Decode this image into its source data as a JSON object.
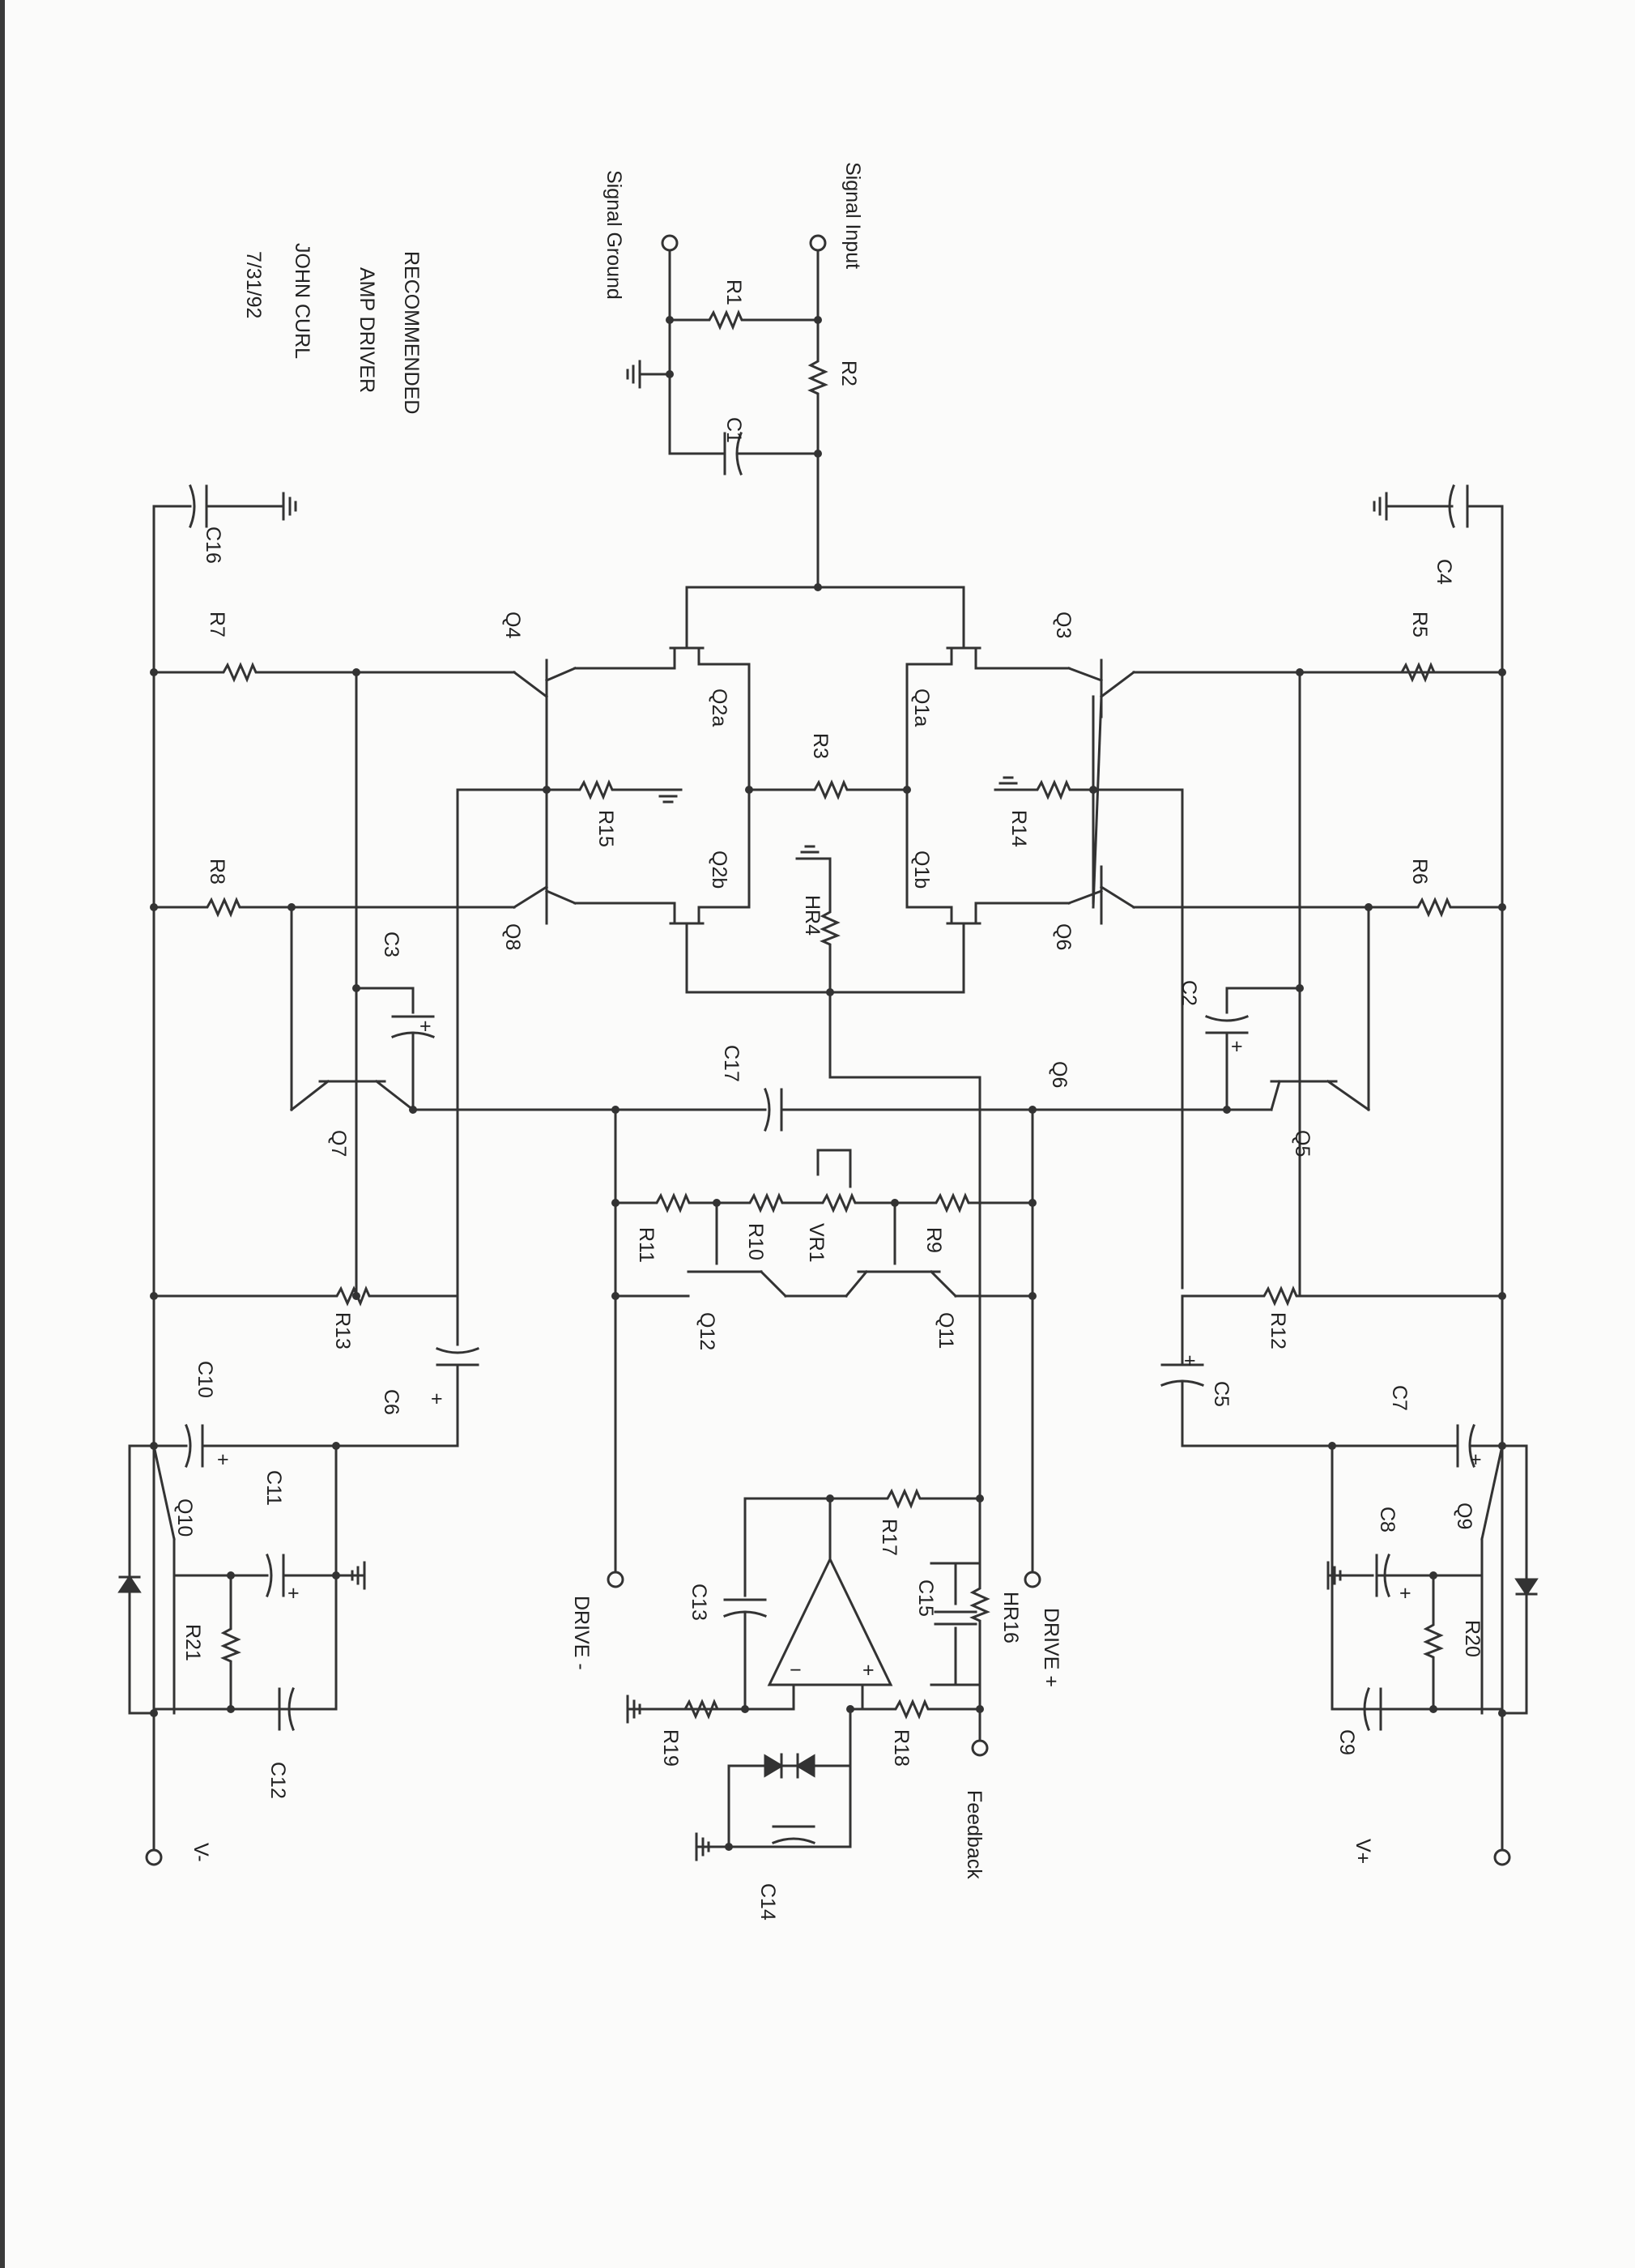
{
  "title_block": {
    "line1": "RECOMMENDED",
    "line2": "AMP DRIVER",
    "author": "JOHN CURL",
    "date": "7/31/92"
  },
  "terminals": {
    "signal_input": "Signal Input",
    "signal_ground": "Signal Ground",
    "drive_plus": "DRIVE +",
    "drive_minus": "DRIVE -",
    "feedback": "Feedback",
    "v_plus": "V+",
    "v_minus": "V-"
  },
  "parts": {
    "R1": "R1",
    "R2": "R2",
    "R3": "R3",
    "R5": "R5",
    "R6": "R6",
    "R7": "R7",
    "R8": "R8",
    "R9": "R9",
    "R10": "R10",
    "R11": "R11",
    "R12": "R12",
    "R13": "R13",
    "R14": "R14",
    "R15": "R15",
    "R17": "R17",
    "R18": "R18",
    "R19": "R19",
    "R20": "R20",
    "R21": "R21",
    "HR4": "HR4",
    "HR16": "HR16",
    "VR1": "VR1",
    "C1": "C1",
    "C2": "C2",
    "C3": "C3",
    "C4": "C4",
    "C5": "C5",
    "C6": "C6",
    "C7": "C7",
    "C8": "C8",
    "C9": "C9",
    "C10": "C10",
    "C11": "C11",
    "C12": "C12",
    "C13": "C13",
    "C14": "C14",
    "C15": "C15",
    "C16": "C16",
    "C17": "C17",
    "Q1a": "Q1a",
    "Q1b": "Q1b",
    "Q2a": "Q2a",
    "Q2b": "Q2b",
    "Q3": "Q3",
    "Q4": "Q4",
    "Q5": "Q5",
    "Q6": "Q6",
    "Q6_node": "Q6",
    "Q7": "Q7",
    "Q8": "Q8",
    "Q9": "Q9",
    "Q10": "Q10",
    "Q11": "Q11",
    "Q12": "Q12"
  },
  "symbols": {
    "plus": "+",
    "minus": "−"
  },
  "colors": {
    "paper": "#fbfbfa",
    "ink": "#333333"
  }
}
